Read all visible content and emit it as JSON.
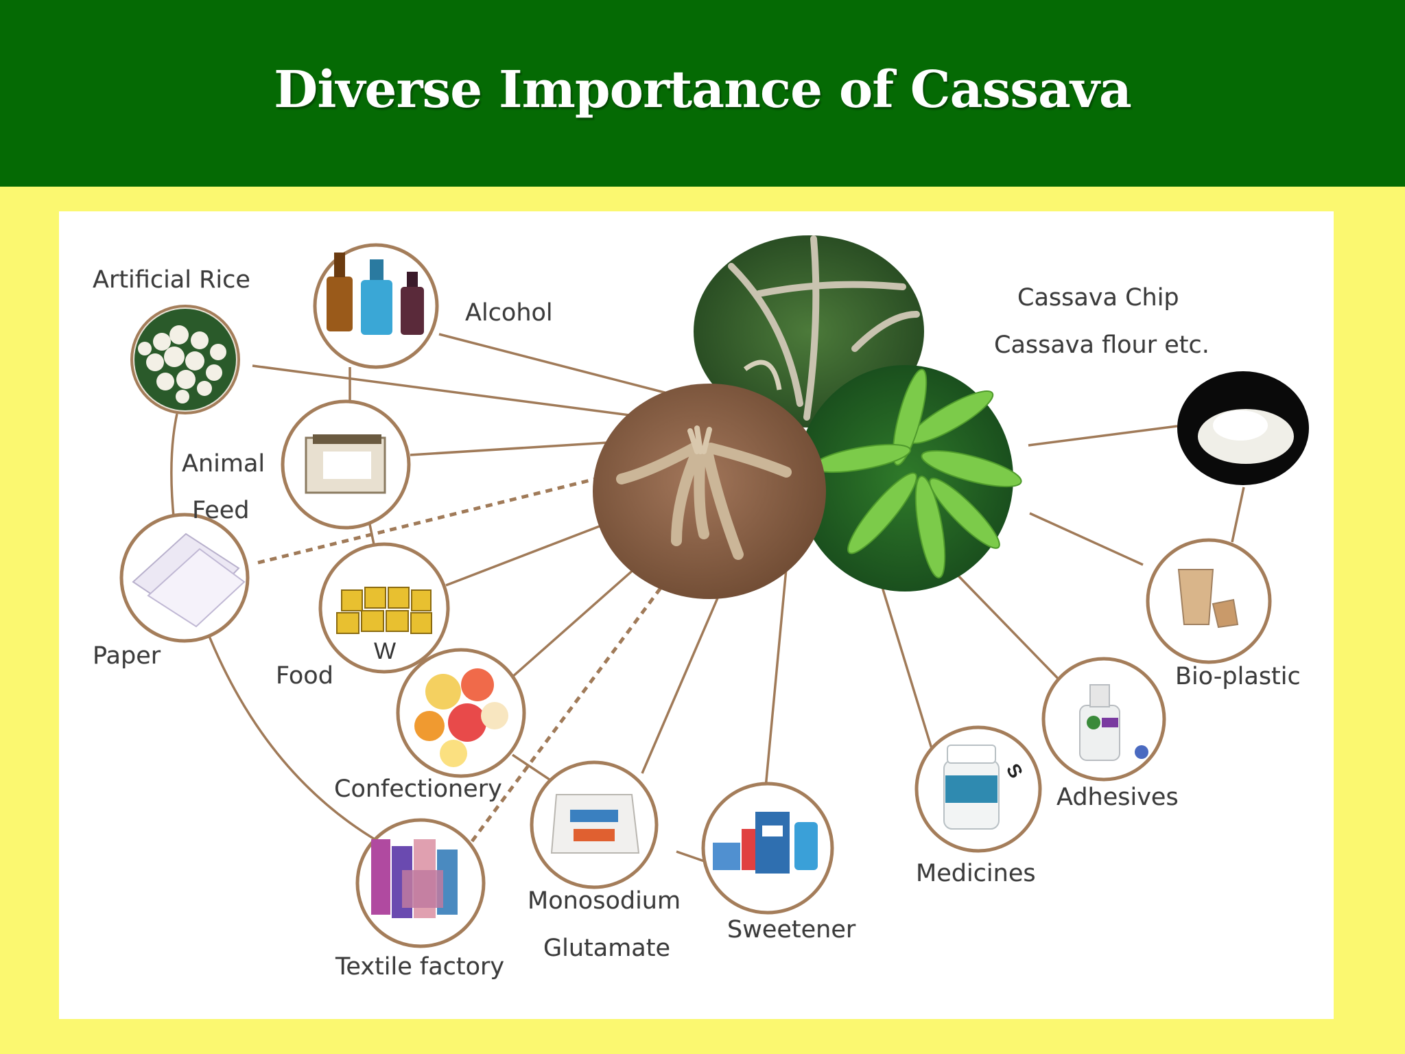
{
  "title": "Diverse Importance of Cassava",
  "labels": {
    "artificial_rice": "Artificial Rice",
    "alcohol": "Alcohol",
    "cassava_chip": "Cassava Chip",
    "cassava_flour": "Cassava flour etc.",
    "animal": "Animal",
    "feed": "Feed",
    "paper": "Paper",
    "food": "Food",
    "bio_plastic": "Bio-plastic",
    "confectionery": "Confectionery",
    "adhesives": "Adhesives",
    "monosodium": "Monosodium",
    "glutamate": "Glutamate",
    "sweetener": "Sweetener",
    "medicines": "Medicines",
    "textile_factory": "Textile factory"
  },
  "colors": {
    "header": "#056a04",
    "background": "#fbf870",
    "connector": "#a07a58",
    "ring": "#a47d5a"
  }
}
